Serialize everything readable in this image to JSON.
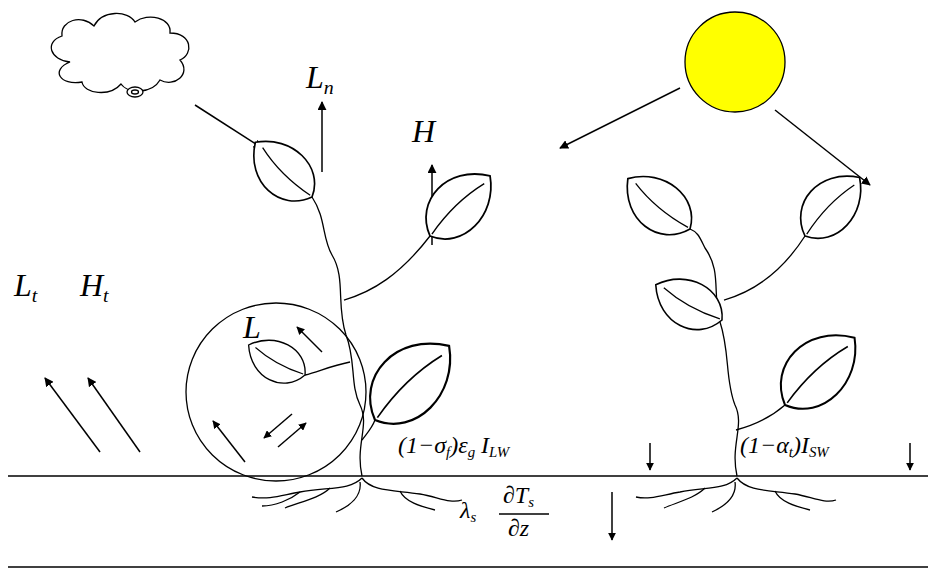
{
  "diagram": {
    "nodes": [
      {
        "text": [
          "L"
        ]
      }
    ],
    "labels": [
      "L",
      "n",
      "H",
      "L",
      "t",
      "H",
      "t",
      "(1−σ",
      "f",
      ")ε",
      "g",
      "I",
      "LW",
      "(1−α",
      "t",
      ")I",
      "SW",
      "λ",
      "s",
      "∂T",
      "s",
      "∂z"
    ]
  }
}
